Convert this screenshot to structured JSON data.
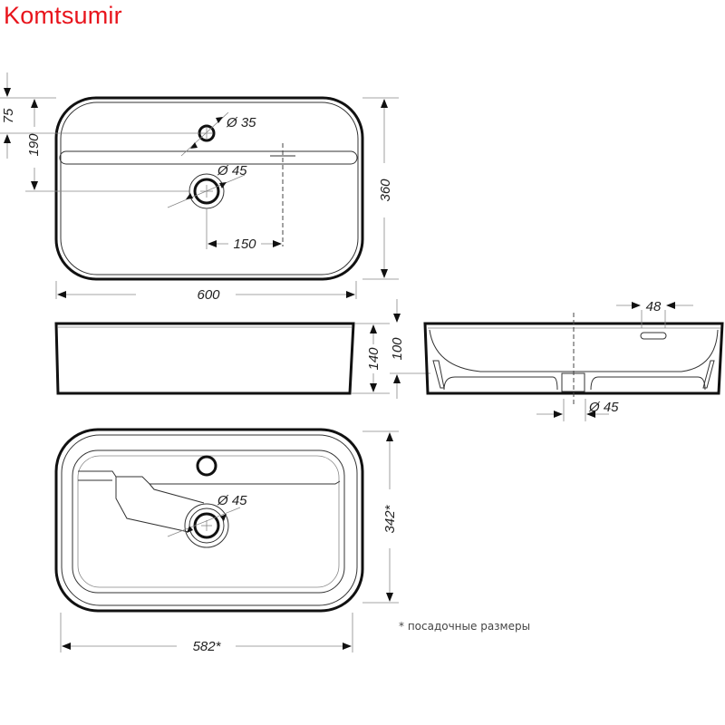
{
  "brand": {
    "name": "Komtsumir",
    "color": "#e8141c"
  },
  "views": {
    "top_view": {
      "dimensions": {
        "overflow_offset": "75",
        "drain_offset": "190",
        "depth": "360",
        "width": "600",
        "drain_to_center": "150",
        "overflow_diameter": "Ø 35",
        "drain_diameter": "Ø 45"
      }
    },
    "front_view": {
      "dimensions": {
        "height": "140",
        "inner_depth": "100"
      }
    },
    "side_section": {
      "dimensions": {
        "overflow_width": "48",
        "drain_diameter": "Ø 45"
      }
    },
    "mounting_view": {
      "dimensions": {
        "mount_depth": "342*",
        "mount_width": "582*",
        "drain_diameter": "Ø 45"
      },
      "footnote": "* посадочные размеры"
    }
  }
}
